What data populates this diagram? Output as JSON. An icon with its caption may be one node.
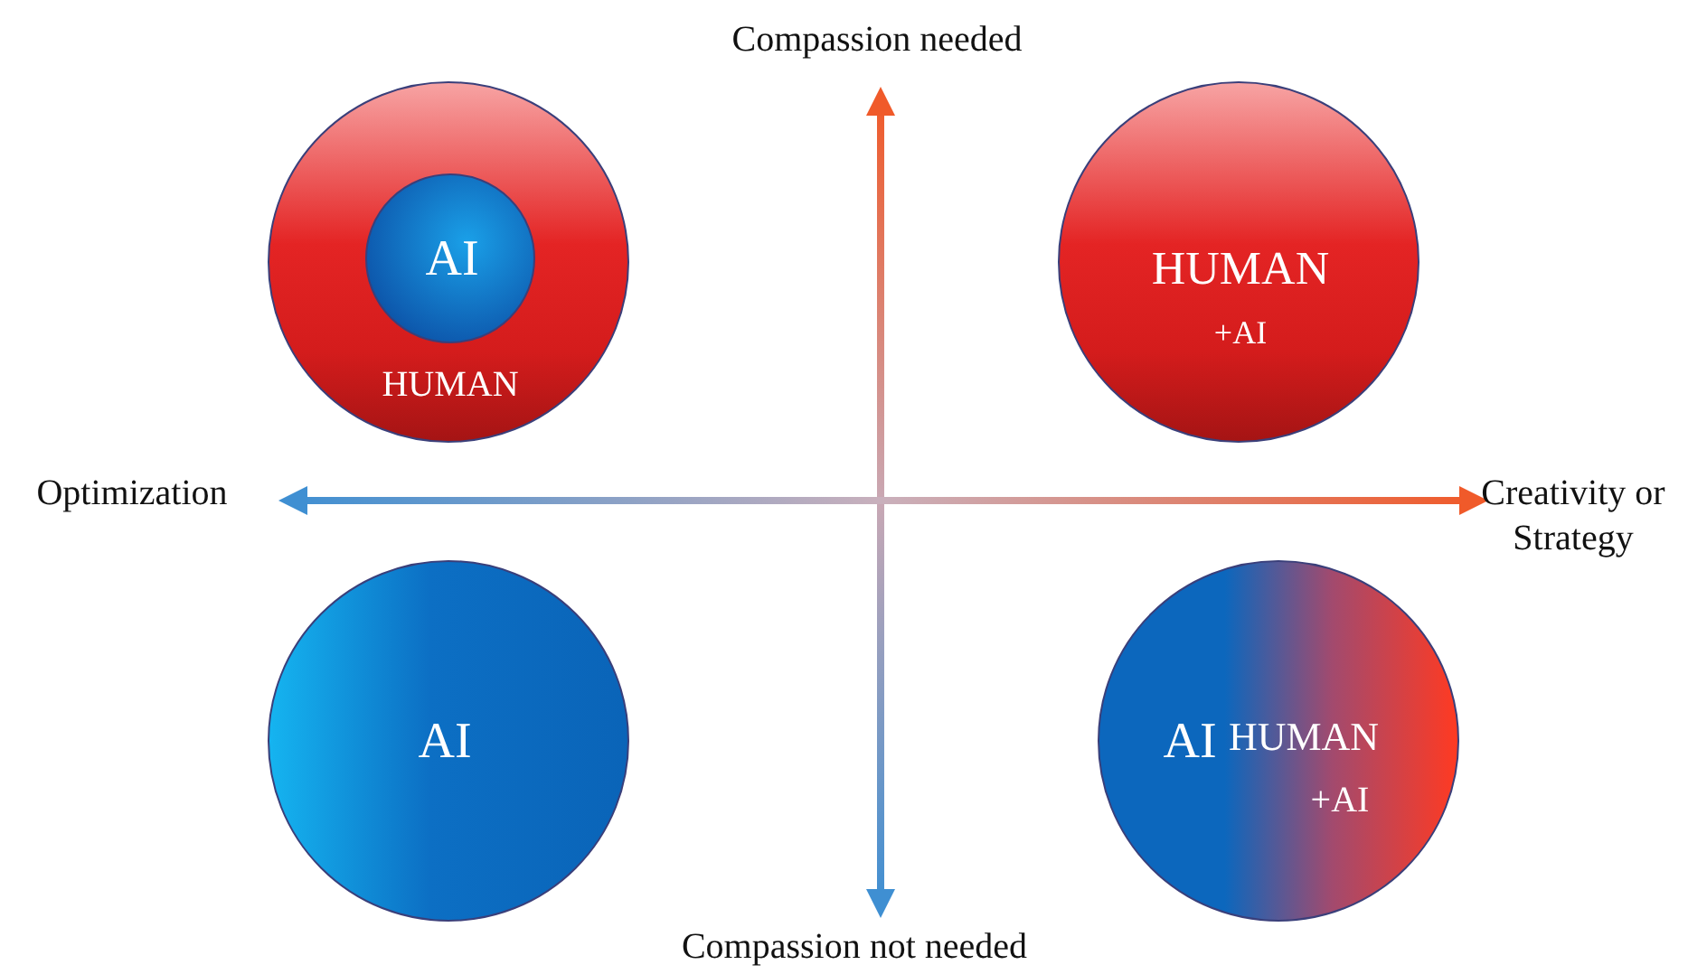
{
  "diagram": {
    "nodes": [
      {
        "text": [
          "HUMAN"
        ]
      },
      {
        "text": [
          "AI"
        ],
        "in": 0
      },
      {
        "text": [
          "HUMAN",
          "+AI"
        ]
      },
      {
        "text": [
          "AI"
        ]
      },
      {
        "text": [
          "AI",
          "HUMAN",
          "+AI"
        ]
      }
    ],
    "labels": [
      "Compassion needed",
      "Optimization",
      "Creativity or Strategy",
      "Compassion not needed"
    ]
  }
}
